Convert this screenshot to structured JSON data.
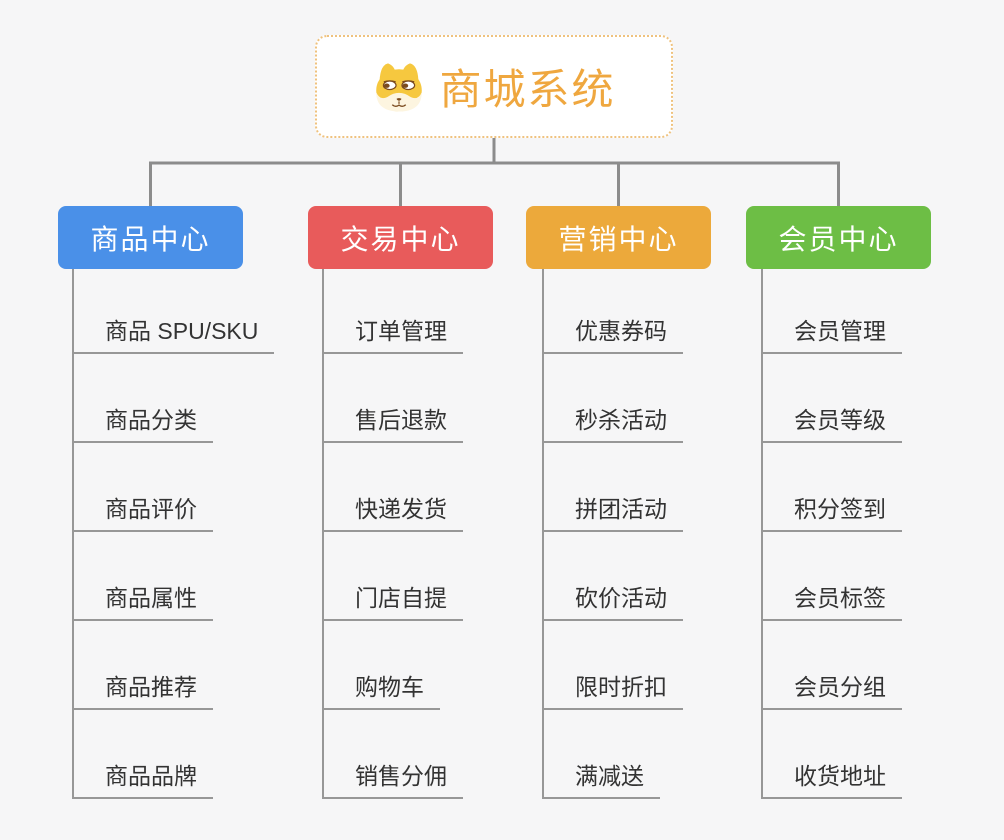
{
  "root": {
    "title": "商城系统",
    "icon": "dog-face-icon",
    "title_color": "#efa73f",
    "border_color": "#efc27e"
  },
  "lines": {
    "connector_color": "#8c8c8c",
    "underline_color": "#979797"
  },
  "branches": [
    {
      "label": "商品中心",
      "color": "#4a90e8",
      "children": [
        "商品 SPU/SKU",
        "商品分类",
        "商品评价",
        "商品属性",
        "商品推荐",
        "商品品牌"
      ]
    },
    {
      "label": "交易中心",
      "color": "#e85b5b",
      "children": [
        "订单管理",
        "售后退款",
        "快递发货",
        "门店自提",
        "购物车",
        "销售分佣"
      ]
    },
    {
      "label": "营销中心",
      "color": "#eca93b",
      "children": [
        "优惠券码",
        "秒杀活动",
        "拼团活动",
        "砍价活动",
        "限时折扣",
        "满减送"
      ]
    },
    {
      "label": "会员中心",
      "color": "#6dbe45",
      "children": [
        "会员管理",
        "会员等级",
        "积分签到",
        "会员标签",
        "会员分组",
        "收货地址"
      ]
    }
  ]
}
